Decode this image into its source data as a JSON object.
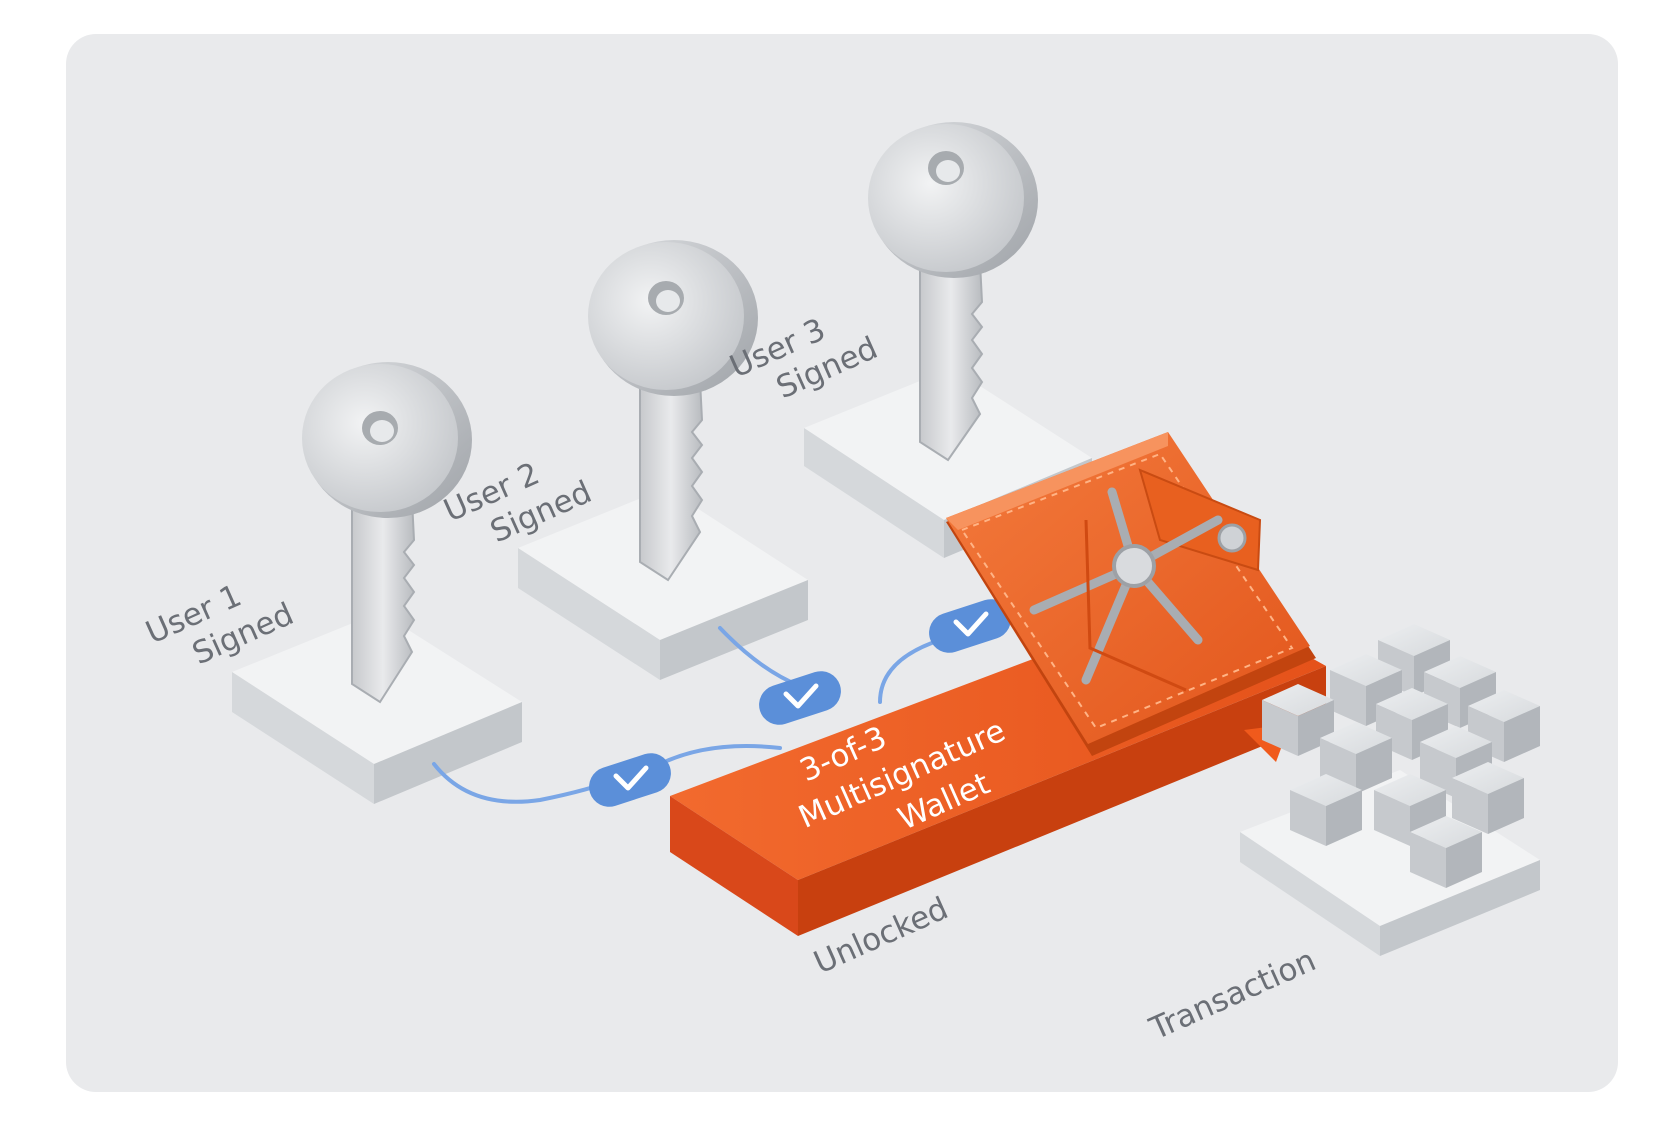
{
  "diagram": {
    "users": [
      {
        "line1": "User 1",
        "line2": "Signed"
      },
      {
        "line1": "User 2",
        "line2": "Signed"
      },
      {
        "line1": "User 3",
        "line2": "Signed"
      }
    ],
    "wallet": {
      "line1": "3-of-3",
      "line2": "Multisignature",
      "line3": "Wallet"
    },
    "status_label": "Unlocked",
    "transaction_label": "Transaction",
    "colors": {
      "background_card": "#e9eaec",
      "accent_orange": "#f05a1c",
      "check_badge": "#5b8fd9",
      "connector_line": "#7aa6e6"
    }
  }
}
